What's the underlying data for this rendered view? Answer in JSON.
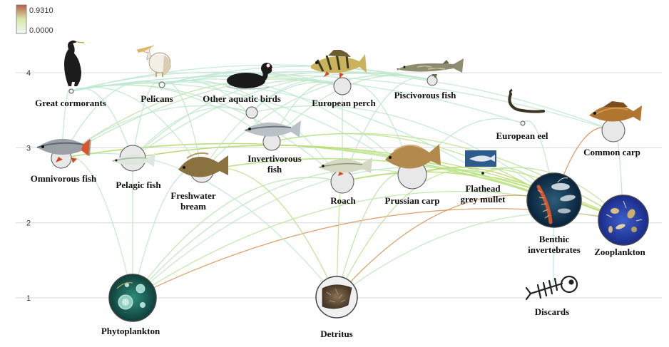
{
  "legend": {
    "max": "0.9310",
    "min": "0.0000"
  },
  "axis": {
    "ticks": [
      {
        "label": "4",
        "level": 4
      },
      {
        "label": "3",
        "level": 3
      },
      {
        "label": "2",
        "level": 2
      },
      {
        "label": "1",
        "level": 1
      }
    ]
  },
  "nodes": [
    {
      "id": "cormorant",
      "label": [
        "Great cormorants"
      ],
      "level": 3.74,
      "icon": "cormorant-icon"
    },
    {
      "id": "pelican",
      "label": [
        "Pelicans"
      ],
      "level": 3.77,
      "icon": "pelican-icon"
    },
    {
      "id": "birds",
      "label": [
        "Other aquatic birds"
      ],
      "level": 3.27,
      "icon": "coot-bird-icon"
    },
    {
      "id": "perch",
      "label": [
        "European perch"
      ],
      "level": 3.75,
      "icon": "perch-fish-icon"
    },
    {
      "id": "pisciv",
      "label": [
        "Piscivorous fish"
      ],
      "level": 3.86,
      "icon": "pike-fish-icon"
    },
    {
      "id": "eel",
      "label": [
        "European eel"
      ],
      "level": 3.15,
      "icon": "eel-icon"
    },
    {
      "id": "carp",
      "label": [
        "Common carp"
      ],
      "level": 3.04,
      "icon": "carp-fish-icon"
    },
    {
      "id": "omni",
      "label": [
        "Omnivorous fish"
      ],
      "level": 2.88,
      "icon": "omnivorous-fish-icon"
    },
    {
      "id": "pelagic",
      "label": [
        "Pelagic fish"
      ],
      "level": 2.86,
      "icon": "pelagic-fish-icon"
    },
    {
      "id": "bream",
      "label": [
        "Freshwater",
        "bream"
      ],
      "level": 2.68,
      "icon": "bream-fish-icon"
    },
    {
      "id": "invert",
      "label": [
        "Invertivorous",
        "fish"
      ],
      "level": 3.02,
      "icon": "invertivorous-fish-icon"
    },
    {
      "id": "roach",
      "label": [
        "Roach"
      ],
      "level": 2.53,
      "icon": "roach-fish-icon"
    },
    {
      "id": "prussian",
      "label": [
        "Prussian carp"
      ],
      "level": 2.62,
      "icon": "prussian-carp-icon"
    },
    {
      "id": "mullet",
      "label": [
        "Flathead",
        "grey mullet"
      ],
      "level": 2.72,
      "icon": "mullet-photo-icon"
    },
    {
      "id": "benthic",
      "label": [
        "Benthic",
        "invertebrates"
      ],
      "level": 2.33,
      "icon": "benthic-invertebrates-icon"
    },
    {
      "id": "zoo",
      "label": [
        "Zooplankton"
      ],
      "level": 2.04,
      "icon": "zooplankton-icon"
    },
    {
      "id": "discards",
      "label": [
        "Discards"
      ],
      "level": 1.0,
      "icon": "fish-skeleton-icon"
    },
    {
      "id": "phyto",
      "label": [
        "Phytoplankton"
      ],
      "level": 1.0,
      "icon": "phytoplankton-icon"
    },
    {
      "id": "detritus",
      "label": [
        "Detritus"
      ],
      "level": 1.0,
      "icon": "detritus-icon"
    }
  ],
  "colors": {
    "low": "#bfe9ef",
    "mid": "#b7e06a",
    "high": "#e2734f"
  }
}
